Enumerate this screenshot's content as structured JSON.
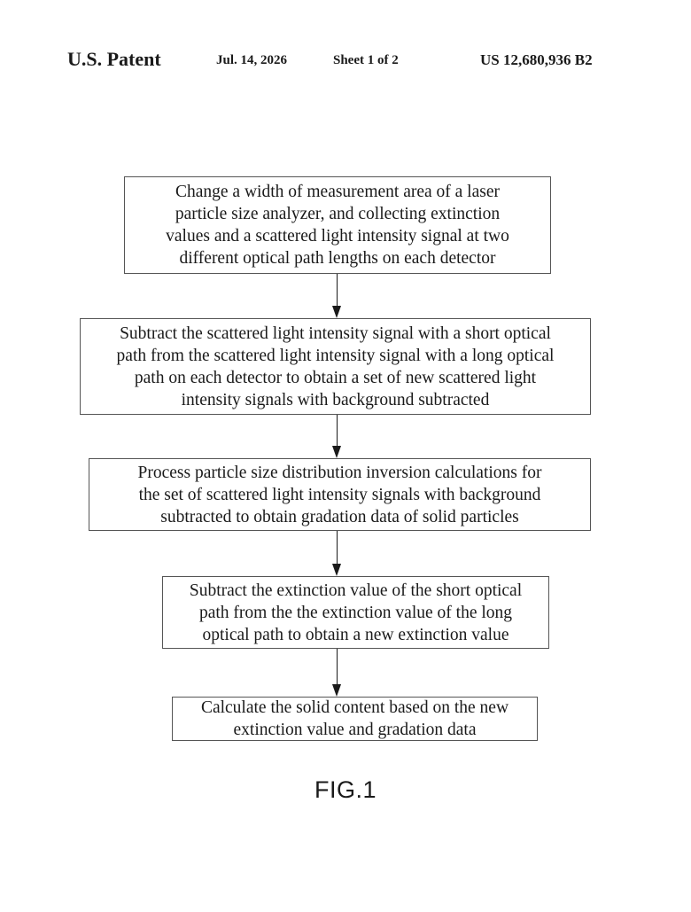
{
  "header": {
    "patent": "U.S. Patent",
    "date": "Jul. 14, 2026",
    "sheet": "Sheet 1 of 2",
    "number": "US 12,680,936 B2"
  },
  "flowchart": {
    "steps": [
      {
        "lines": [
          "Change a width of measurement area of a laser",
          "particle size analyzer, and collecting extinction",
          "values and a scattered light intensity signal at two",
          "different optical path lengths on each detector"
        ]
      },
      {
        "lines": [
          "Subtract the scattered light intensity signal with a short optical",
          "path from the scattered light intensity signal with a long optical",
          "path on each detector to obtain a set of new scattered light",
          "intensity signals with background subtracted"
        ]
      },
      {
        "lines": [
          "Process particle size distribution inversion calculations for",
          "the set of scattered light intensity signals with background",
          "subtracted to obtain gradation data of solid particles"
        ]
      },
      {
        "lines": [
          "Subtract the extinction value of the short optical",
          "path from the the extinction value of the long",
          "optical path to obtain a new extinction value"
        ]
      },
      {
        "lines": [
          "Calculate the solid content based on the new",
          "extinction value and gradation data"
        ]
      }
    ]
  },
  "figure_label": "FIG.1"
}
